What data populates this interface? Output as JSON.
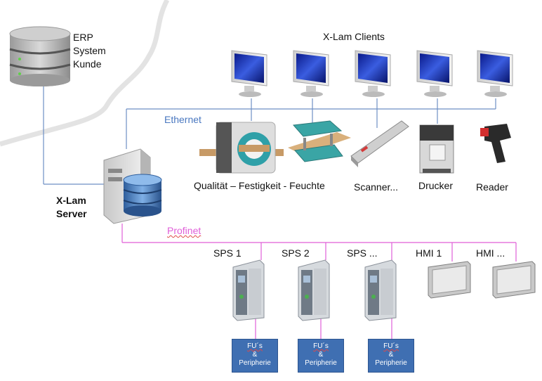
{
  "erp": {
    "line1": "ERP",
    "line2": "System",
    "line3": "Kunde"
  },
  "server": {
    "line1": "X-Lam",
    "line2": "Server"
  },
  "clients_title": "X-Lam Clients",
  "networks": {
    "ethernet": "Ethernet",
    "profinet": "Profinet"
  },
  "devices": {
    "quality": "Qualität – Festigkeit - Feuchte",
    "scanner": "Scanner...",
    "drucker": "Drucker",
    "reader": "Reader"
  },
  "plcs": [
    {
      "label": "SPS 1"
    },
    {
      "label": "SPS 2"
    },
    {
      "label": "SPS ..."
    }
  ],
  "hmis": [
    {
      "label": "HMI 1"
    },
    {
      "label": "HMI ..."
    }
  ],
  "fu_boxes": [
    {
      "line1": "FU´s",
      "line2": "&",
      "line3": "Peripherie"
    },
    {
      "line1": "FU´s",
      "line2": "&",
      "line3": "Peripherie"
    },
    {
      "line1": "FU´s",
      "line2": "&",
      "line3": "Peripherie"
    }
  ],
  "colors": {
    "ethernet_line": "#6d8fc4",
    "profinet_line": "#e05fd8",
    "ethernet_text": "#4a78c0",
    "profinet_text": "#e05fd8",
    "fu_fill": "#3f6fb2"
  }
}
